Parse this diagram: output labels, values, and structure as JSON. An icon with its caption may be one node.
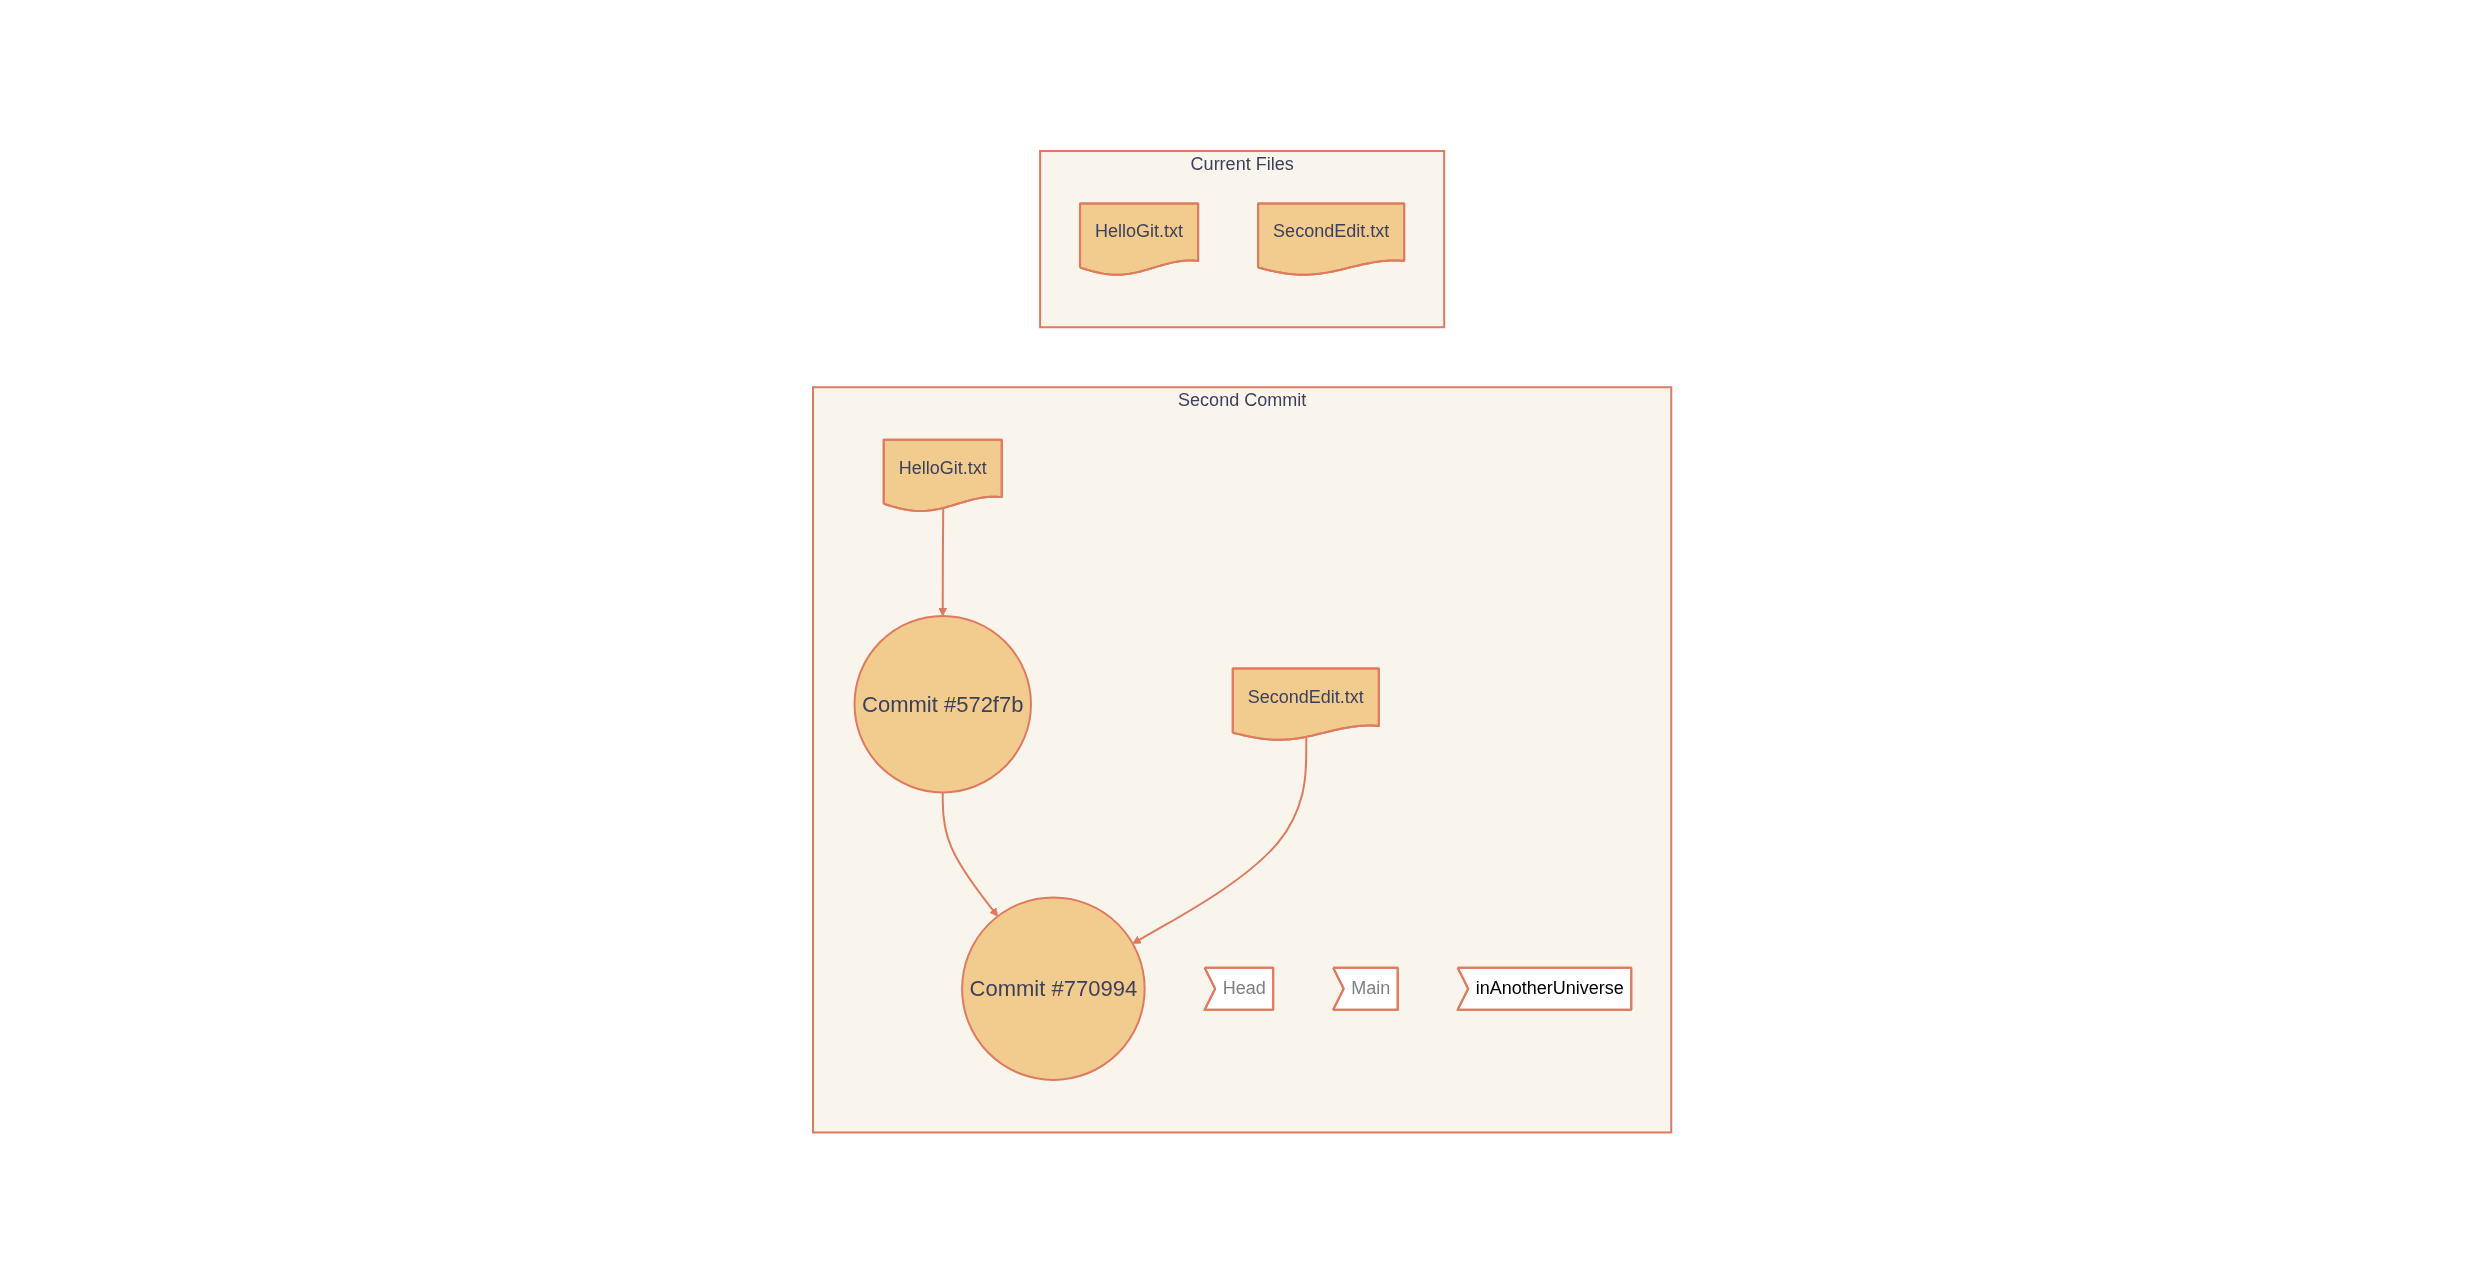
{
  "diagram": {
    "nodes": [
      {
        "text": [
          "Second Commit"
        ]
      },
      {
        "text": [
          "Commit #572f7b"
        ],
        "in": 0
      },
      {
        "text": [
          "HelloGit.txt"
        ],
        "in": 0
      },
      {
        "text": [
          "Commit #770994"
        ],
        "in": 0
      },
      {
        "text": [
          "SecondEdit.txt"
        ],
        "in": 0
      },
      {
        "text": [
          "Head"
        ],
        "in": 0
      },
      {
        "text": [
          "Main"
        ],
        "in": 0
      },
      {
        "text": [
          "inAnotherUniverse"
        ],
        "in": 0
      },
      {
        "text": [
          "Current Files"
        ]
      },
      {
        "text": [
          "HelloGit.txt"
        ],
        "in": 8
      },
      {
        "text": [
          "SecondEdit.txt"
        ],
        "in": 8
      }
    ],
    "edges": [
      {
        "from": 2,
        "to": 1,
        "arrow": "to"
      },
      {
        "from": 1,
        "to": 3,
        "arrow": "to"
      },
      {
        "from": 4,
        "to": 3,
        "arrow": "to"
      }
    ]
  }
}
